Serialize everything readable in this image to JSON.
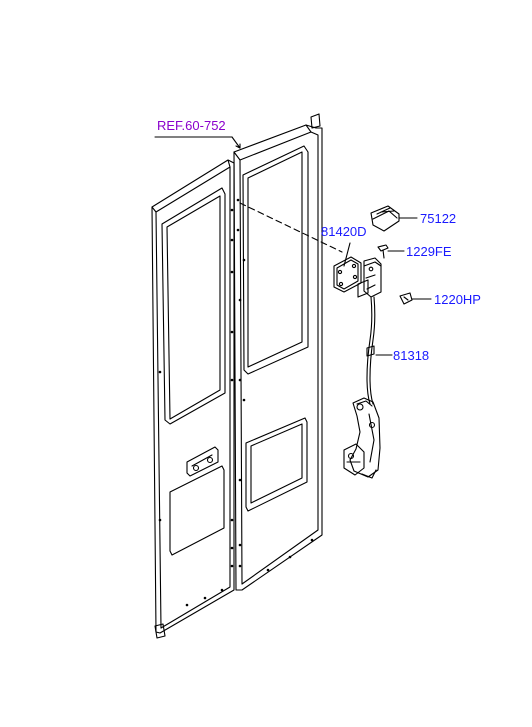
{
  "diagram": {
    "reference": "REF.60-752",
    "parts": {
      "handle": "75122",
      "bracket": "81420D",
      "screw_small": "1229FE",
      "bolt": "1220HP",
      "cable": "81318"
    },
    "colors": {
      "part_label": "#1a1aff",
      "ref_label": "#8b00cc",
      "line": "#000000"
    }
  }
}
